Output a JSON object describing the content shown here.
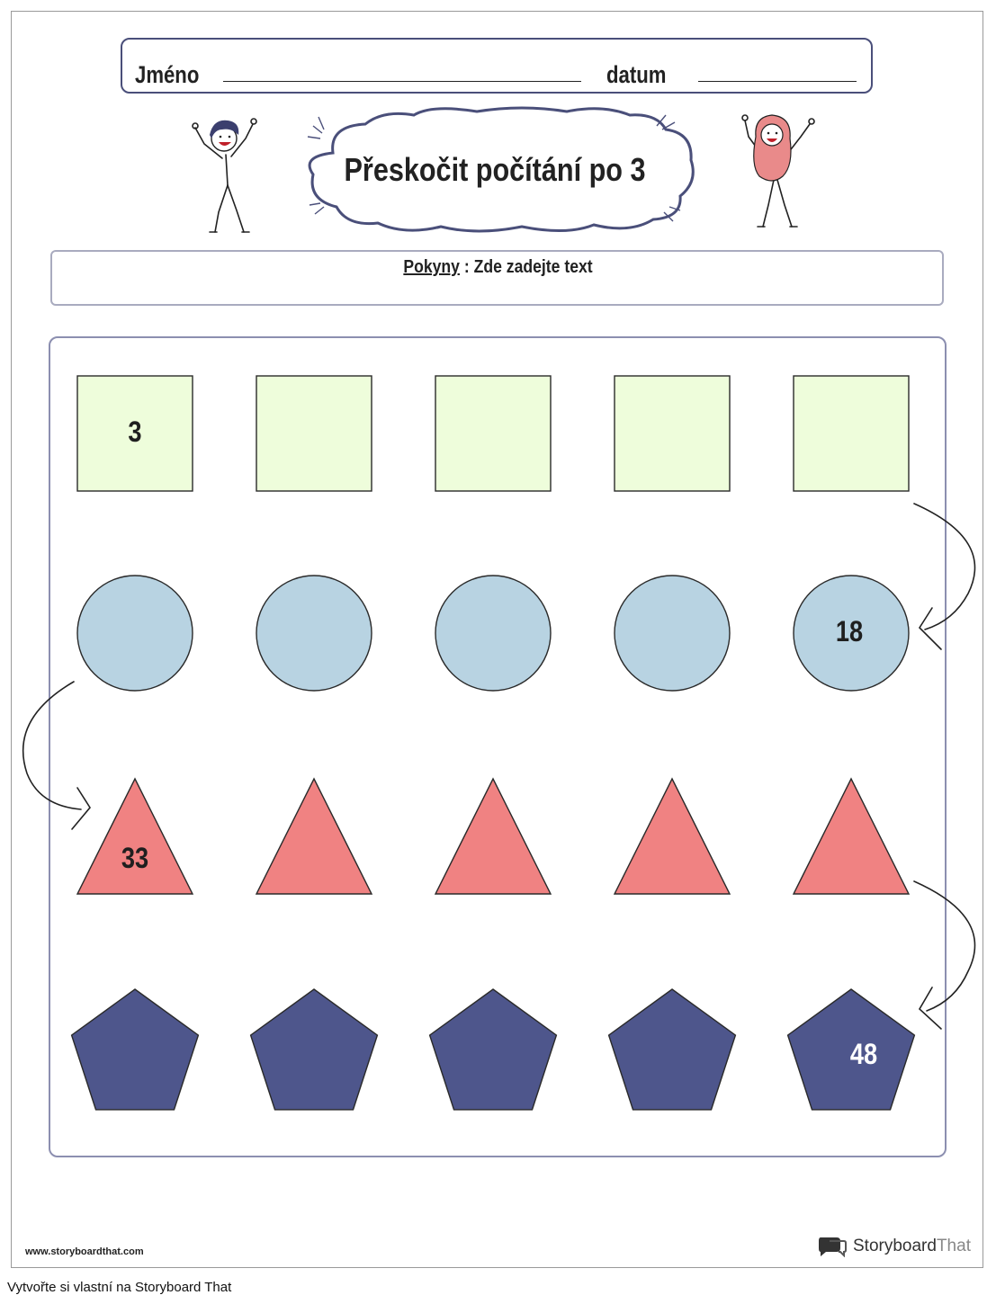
{
  "header": {
    "name_label": "Jméno",
    "date_label": "datum"
  },
  "title": "Přeskočit počítání po 3",
  "instructions": {
    "label": "Pokyny",
    "separator": " : ",
    "text": "Zde zadejte text"
  },
  "rows": [
    {
      "shape": "square",
      "fill": "#eefddb",
      "values": [
        "3",
        "",
        "",
        "",
        ""
      ]
    },
    {
      "shape": "circle",
      "fill": "#b8d3e2",
      "values": [
        "",
        "",
        "",
        "",
        "18"
      ]
    },
    {
      "shape": "triangle",
      "fill": "#f08282",
      "values": [
        "33",
        "",
        "",
        "",
        ""
      ]
    },
    {
      "shape": "pentagon",
      "fill": "#4e568c",
      "values": [
        "",
        "",
        "",
        "",
        "48"
      ]
    }
  ],
  "footer": {
    "url": "www.storyboardthat.com",
    "logo_main": "Storyboard",
    "logo_accent": "That"
  },
  "cta": "Vytvořte si vlastní na Storyboard That"
}
